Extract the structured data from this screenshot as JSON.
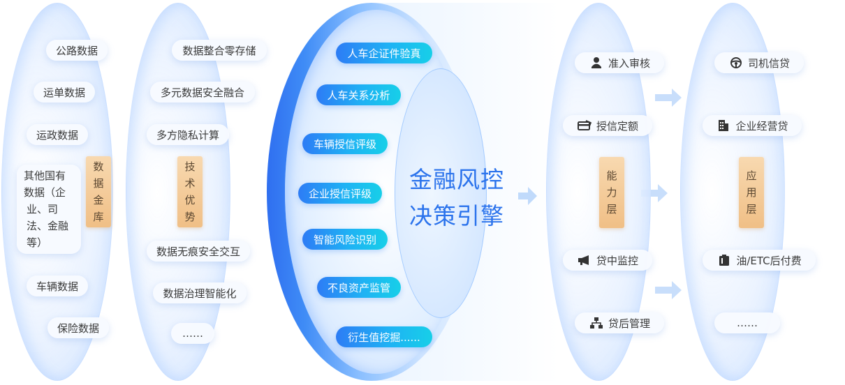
{
  "data_sources": {
    "items": [
      "公路数据",
      "运单数据",
      "运政数据",
      "其他国有数据（企业、司法、金融等）",
      "车辆数据",
      "保险数据"
    ],
    "other_lines": [
      "其他国有",
      "数据（企",
      "业、司",
      "法、金融",
      "等）"
    ],
    "tag_chars": [
      "数",
      "据",
      "金",
      "库"
    ]
  },
  "tech": {
    "items": [
      "数据整合零存储",
      "多元数据安全融合",
      "多方隐私计算",
      "数据无痕安全交互",
      "数据治理智能化",
      "……"
    ],
    "tag_chars": [
      "技",
      "术",
      "优",
      "势"
    ]
  },
  "engine": {
    "title_lines": [
      "金融风控",
      "决策引擎"
    ],
    "items": [
      "人车企证件验真",
      "人车关系分析",
      "车辆授信评级",
      "企业授信评级",
      "智能风险识别",
      "不良资产监管",
      "衍生值挖掘......"
    ]
  },
  "capability": {
    "items": [
      {
        "label": "准入审核",
        "icon": "person-check-icon"
      },
      {
        "label": "授信定额",
        "icon": "credit-card-icon"
      },
      {
        "label": "贷中监控",
        "icon": "megaphone-icon"
      },
      {
        "label": "贷后管理",
        "icon": "org-chart-icon"
      }
    ],
    "tag_chars": [
      "能",
      "力",
      "层"
    ]
  },
  "application": {
    "items": [
      {
        "label": "司机信贷",
        "icon": "steering-wheel-icon"
      },
      {
        "label": "企业经营贷",
        "icon": "building-icon"
      },
      {
        "label": "油/ETC后付费",
        "icon": "fuel-card-icon"
      },
      {
        "label": "……",
        "icon": ""
      }
    ],
    "tag_chars": [
      "应",
      "用",
      "层"
    ]
  },
  "colors": {
    "engine_blue": "#2b73ec",
    "pill_gradient_start": "#2d7cf5",
    "pill_gradient_end": "#17cfe8",
    "tag_orange": "#f0bf86",
    "arrow_blue": "#a9ccf7"
  }
}
